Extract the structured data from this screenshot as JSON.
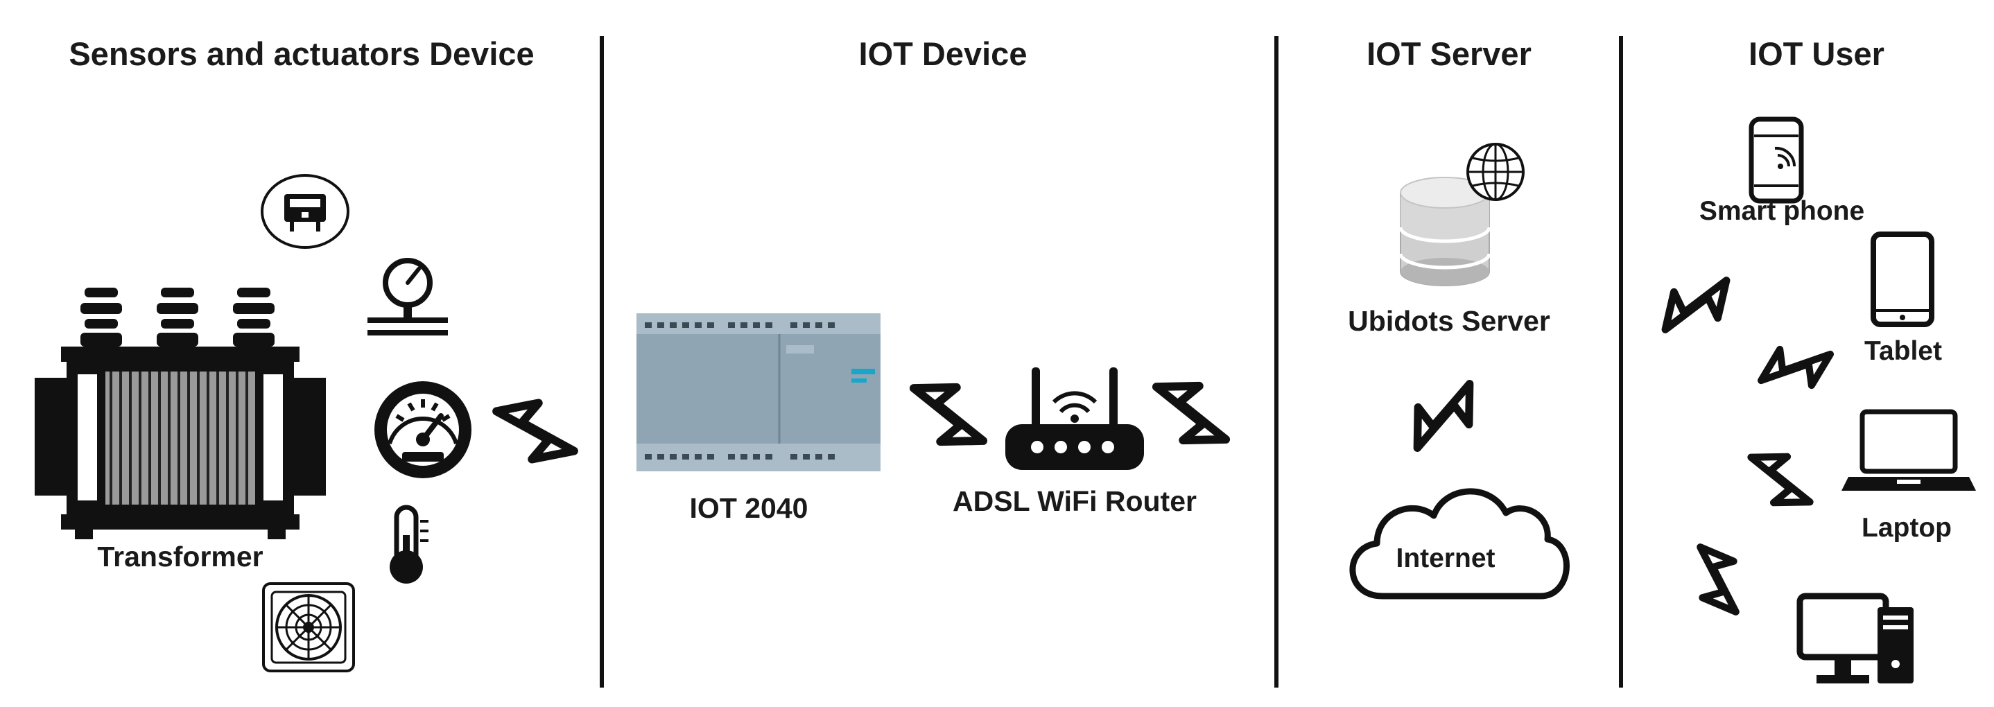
{
  "sections": {
    "sensors": {
      "title": "Sensors and actuators Device"
    },
    "iot_device": {
      "title": "IOT Device"
    },
    "iot_server": {
      "title": "IOT Server"
    },
    "iot_user": {
      "title": "IOT User"
    }
  },
  "labels": {
    "transformer": "Transformer",
    "iot2040": "IOT 2040",
    "router": "ADSL WiFi Router",
    "ubidots": "Ubidots Server",
    "internet": "Internet",
    "smartphone": "Smart phone",
    "tablet": "Tablet",
    "laptop": "Laptop"
  },
  "colors": {
    "ink": "#111111",
    "device_body": "#8fa5b3",
    "device_accent": "#1aa6c9",
    "database": "#c9c9c9"
  },
  "icons": [
    "power-meter-icon",
    "pressure-gauge-icon",
    "dial-gauge-icon",
    "thermometer-icon",
    "fan-icon",
    "lightning-icon",
    "router-icon",
    "database-icon",
    "globe-icon",
    "cloud-icon",
    "smartphone-icon",
    "tablet-icon",
    "laptop-icon",
    "desktop-icon"
  ]
}
